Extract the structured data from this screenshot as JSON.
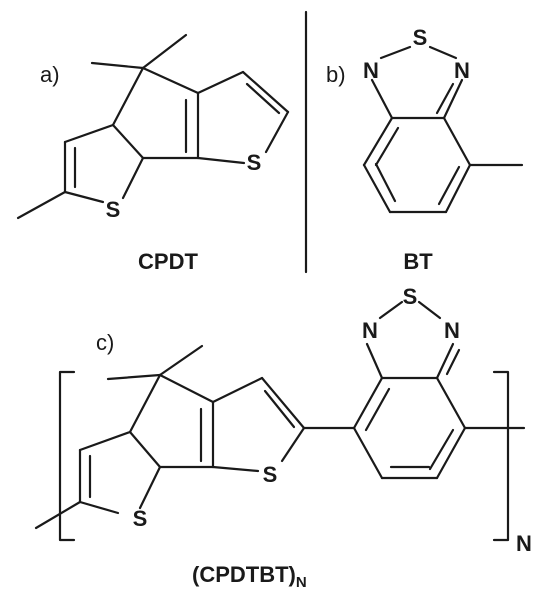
{
  "panels": {
    "a": "a)",
    "b": "b)",
    "c": "c)"
  },
  "atoms": {
    "sulfur": "S",
    "nitrogen": "N"
  },
  "names": {
    "cpdt": "CPDT",
    "bt": "BT",
    "polymer": "(CPDTBT)",
    "polymer_subscript": "N"
  },
  "repeat_index": "N"
}
